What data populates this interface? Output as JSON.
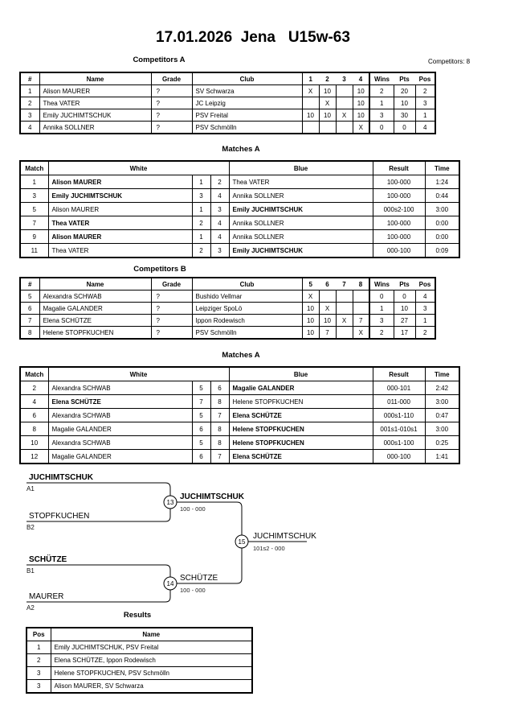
{
  "title": "17.01.2026  Jena   U15w-63",
  "competitors_count_label": "Competitors: 8",
  "competitors_a": {
    "heading": "Competitors A",
    "columns": [
      "#",
      "Name",
      "Grade",
      "Club",
      "1",
      "2",
      "3",
      "4",
      "Wins",
      "Pts",
      "Pos"
    ],
    "rows": [
      {
        "no": "1",
        "name": "Alison MAURER",
        "grade": "?",
        "club": "SV Schwarza",
        "s": [
          "X",
          "10",
          "",
          "10"
        ],
        "wins": "2",
        "pts": "20",
        "pos": "2"
      },
      {
        "no": "2",
        "name": "Thea VATER",
        "grade": "?",
        "club": "JC Leipzig",
        "s": [
          "",
          "X",
          "",
          "10"
        ],
        "wins": "1",
        "pts": "10",
        "pos": "3"
      },
      {
        "no": "3",
        "name": "Emily JUCHIMTSCHUK",
        "grade": "?",
        "club": "PSV Freital",
        "s": [
          "10",
          "10",
          "X",
          "10"
        ],
        "wins": "3",
        "pts": "30",
        "pos": "1"
      },
      {
        "no": "4",
        "name": "Annika SOLLNER",
        "grade": "?",
        "club": "PSV Schmölln",
        "s": [
          "",
          "",
          "",
          "X"
        ],
        "wins": "0",
        "pts": "0",
        "pos": "4"
      }
    ]
  },
  "matches_a": {
    "heading": "Matches A",
    "columns": [
      "Match",
      "White",
      "Blue",
      "Result",
      "Time"
    ],
    "rows": [
      {
        "match": "1",
        "white": "Alison MAURER",
        "wb": true,
        "wn": "1",
        "bn": "2",
        "blue": "Thea VATER",
        "bb": false,
        "result": "100-000",
        "time": "1:24"
      },
      {
        "match": "3",
        "white": "Emily JUCHIMTSCHUK",
        "wb": true,
        "wn": "3",
        "bn": "4",
        "blue": "Annika SOLLNER",
        "bb": false,
        "result": "100-000",
        "time": "0:44"
      },
      {
        "match": "5",
        "white": "Alison MAURER",
        "wb": false,
        "wn": "1",
        "bn": "3",
        "blue": "Emily JUCHIMTSCHUK",
        "bb": true,
        "result": "000s2-100",
        "time": "3:00"
      },
      {
        "match": "7",
        "white": "Thea VATER",
        "wb": true,
        "wn": "2",
        "bn": "4",
        "blue": "Annika SOLLNER",
        "bb": false,
        "result": "100-000",
        "time": "0:00"
      },
      {
        "match": "9",
        "white": "Alison MAURER",
        "wb": true,
        "wn": "1",
        "bn": "4",
        "blue": "Annika SOLLNER",
        "bb": false,
        "result": "100-000",
        "time": "0:00"
      },
      {
        "match": "11",
        "white": "Thea VATER",
        "wb": false,
        "wn": "2",
        "bn": "3",
        "blue": "Emily JUCHIMTSCHUK",
        "bb": true,
        "result": "000-100",
        "time": "0:09"
      }
    ]
  },
  "competitors_b": {
    "heading": "Competitors B",
    "columns": [
      "#",
      "Name",
      "Grade",
      "Club",
      "5",
      "6",
      "7",
      "8",
      "Wins",
      "Pts",
      "Pos"
    ],
    "rows": [
      {
        "no": "5",
        "name": "Alexandra SCHWAB",
        "grade": "?",
        "club": "Bushido Vellmar",
        "s": [
          "X",
          "",
          "",
          ""
        ],
        "wins": "0",
        "pts": "0",
        "pos": "4"
      },
      {
        "no": "6",
        "name": "Magalie GALANDER",
        "grade": "?",
        "club": "Leipziger SpoLö",
        "s": [
          "10",
          "X",
          "",
          ""
        ],
        "wins": "1",
        "pts": "10",
        "pos": "3"
      },
      {
        "no": "7",
        "name": "Elena SCHÜTZE",
        "grade": "?",
        "club": "Ippon Rodewisch",
        "s": [
          "10",
          "10",
          "X",
          "7"
        ],
        "wins": "3",
        "pts": "27",
        "pos": "1"
      },
      {
        "no": "8",
        "name": "Helene STOPFKUCHEN",
        "grade": "?",
        "club": "PSV Schmölln",
        "s": [
          "10",
          "7",
          "",
          "X"
        ],
        "wins": "2",
        "pts": "17",
        "pos": "2"
      }
    ]
  },
  "matches_b": {
    "heading": "Matches A",
    "columns": [
      "Match",
      "White",
      "Blue",
      "Result",
      "Time"
    ],
    "rows": [
      {
        "match": "2",
        "white": "Alexandra SCHWAB",
        "wb": false,
        "wn": "5",
        "bn": "6",
        "blue": "Magalie GALANDER",
        "bb": true,
        "result": "000-101",
        "time": "2:42"
      },
      {
        "match": "4",
        "white": "Elena SCHÜTZE",
        "wb": true,
        "wn": "7",
        "bn": "8",
        "blue": "Helene STOPFKUCHEN",
        "bb": false,
        "result": "011-000",
        "time": "3:00"
      },
      {
        "match": "6",
        "white": "Alexandra SCHWAB",
        "wb": false,
        "wn": "5",
        "bn": "7",
        "blue": "Elena SCHÜTZE",
        "bb": true,
        "result": "000s1-110",
        "time": "0:47"
      },
      {
        "match": "8",
        "white": "Magalie GALANDER",
        "wb": false,
        "wn": "6",
        "bn": "8",
        "blue": "Helene STOPFKUCHEN",
        "bb": true,
        "result": "001s1-010s1",
        "time": "3:00"
      },
      {
        "match": "10",
        "white": "Alexandra SCHWAB",
        "wb": false,
        "wn": "5",
        "bn": "8",
        "blue": "Helene STOPFKUCHEN",
        "bb": true,
        "result": "000s1-100",
        "time": "0:25"
      },
      {
        "match": "12",
        "white": "Magalie GALANDER",
        "wb": false,
        "wn": "6",
        "bn": "7",
        "blue": "Elena SCHÜTZE",
        "bb": true,
        "result": "000-100",
        "time": "1:41"
      }
    ]
  },
  "bracket": {
    "slots": [
      {
        "name": "JUCHIMTSCHUK",
        "seed": "A1",
        "bold": true
      },
      {
        "name": "STOPFKUCHEN",
        "seed": "B2",
        "bold": false
      },
      {
        "name": "SCHÜTZE",
        "seed": "B1",
        "bold": true
      },
      {
        "name": "MAURER",
        "seed": "A2",
        "bold": false
      }
    ],
    "match13": {
      "number": "13",
      "winner": "JUCHIMTSCHUK",
      "score": "100 - 000",
      "bold": true
    },
    "match14": {
      "number": "14",
      "winner": "SCHÜTZE",
      "score": "100 - 000",
      "bold": false
    },
    "match15": {
      "number": "15",
      "winner": "JUCHIMTSCHUK",
      "score": "101s2 - 000",
      "bold": false
    }
  },
  "results": {
    "heading": "Results",
    "columns": [
      "Pos",
      "Name"
    ],
    "rows": [
      {
        "pos": "1",
        "name": "Emily JUCHIMTSCHUK, PSV Freital"
      },
      {
        "pos": "2",
        "name": "Elena SCHÜTZE, Ippon Rodewisch"
      },
      {
        "pos": "3",
        "name": "Helene STOPFKUCHEN, PSV Schmölln"
      },
      {
        "pos": "3",
        "name": "Alison MAURER, SV Schwarza"
      }
    ]
  }
}
